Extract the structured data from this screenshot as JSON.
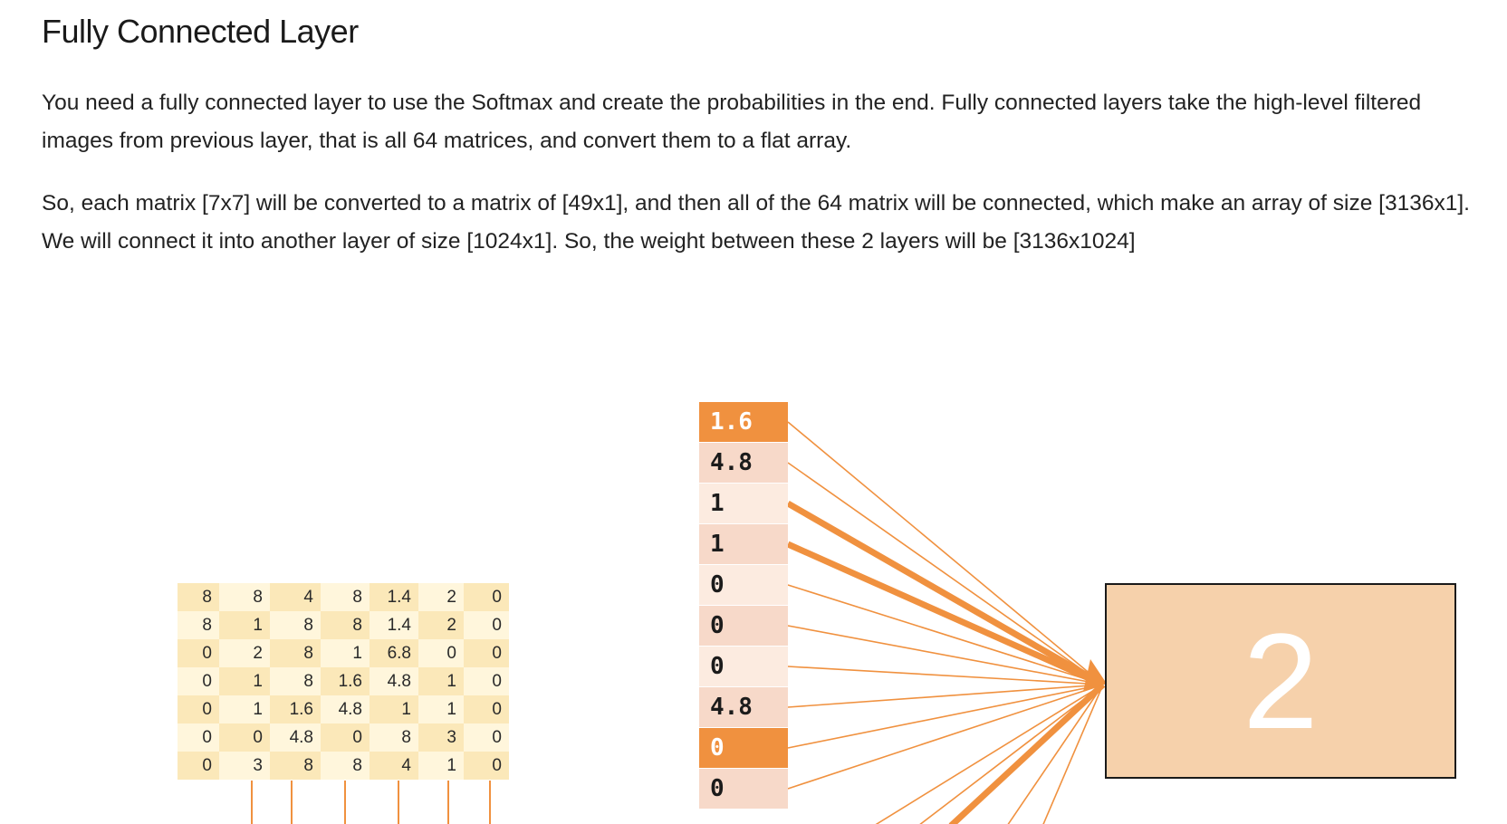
{
  "heading": "Fully Connected Layer",
  "paragraphs": {
    "p1": "You need a fully connected layer to use the Softmax and create the probabilities in the end. Fully connected layers take the high-level filtered images from previous layer, that is all 64 matrices, and convert them to a flat array.",
    "p2": "So, each matrix [7x7] will be converted to a matrix of [49x1], and then all of the 64 matrix will be connected, which make an array of size [3136x1]. We will connect it into another layer of size [1024x1]. So, the weight between these 2 layers will be [3136x1024]"
  },
  "figure": {
    "matrix": [
      [
        "8",
        "8",
        "4",
        "8",
        "1.4",
        "2",
        "0"
      ],
      [
        "8",
        "1",
        "8",
        "8",
        "1.4",
        "2",
        "0"
      ],
      [
        "0",
        "2",
        "8",
        "1",
        "6.8",
        "0",
        "0"
      ],
      [
        "0",
        "1",
        "8",
        "1.6",
        "4.8",
        "1",
        "0"
      ],
      [
        "0",
        "1",
        "1.6",
        "4.8",
        "1",
        "1",
        "0"
      ],
      [
        "0",
        "0",
        "4.8",
        "0",
        "8",
        "3",
        "0"
      ],
      [
        "0",
        "3",
        "8",
        "8",
        "4",
        "1",
        "0"
      ]
    ],
    "vector": [
      {
        "value": "1.6",
        "shade": "hot"
      },
      {
        "value": "4.8",
        "shade": "light"
      },
      {
        "value": "1",
        "shade": "pale"
      },
      {
        "value": "1",
        "shade": "light"
      },
      {
        "value": "0",
        "shade": "pale"
      },
      {
        "value": "0",
        "shade": "light"
      },
      {
        "value": "0",
        "shade": "pale"
      },
      {
        "value": "4.8",
        "shade": "light"
      },
      {
        "value": "0",
        "shade": "hot"
      },
      {
        "value": "0",
        "shade": "light"
      }
    ],
    "output_label": "2",
    "colors": {
      "connection": "#f0913f",
      "output_fill": "#f6d1ab",
      "matrix_dark": "#fbe8b9",
      "matrix_light": "#fff6dc",
      "vector_hot": "#f0913f",
      "vector_light": "#f7d9c9",
      "vector_pale": "#fcebe0"
    }
  }
}
